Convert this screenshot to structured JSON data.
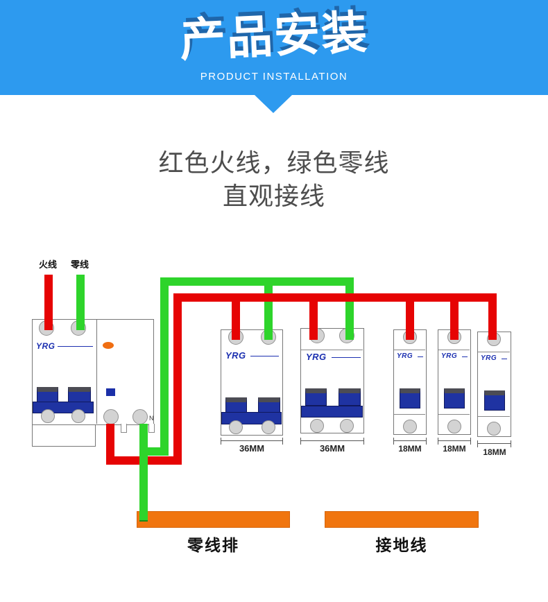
{
  "banner": {
    "title": "产品安装",
    "subtitle": "PRODUCT INSTALLATION"
  },
  "intro": {
    "line1": "红色火线，绿色零线",
    "line2": "直观接线"
  },
  "wires": {
    "live_label": "火线",
    "neutral_label": "零线",
    "live_color": "#e60404",
    "neutral_color": "#2ed42b"
  },
  "main_breaker": {
    "brand": "YRG",
    "n_terminal": "N"
  },
  "breakers": [
    {
      "brand": "YRG",
      "size": "36MM"
    },
    {
      "brand": "YRG",
      "size": "36MM"
    },
    {
      "brand": "YRG",
      "size": "18MM"
    },
    {
      "brand": "YRG",
      "size": "18MM"
    },
    {
      "brand": "YRG",
      "size": "18MM"
    }
  ],
  "bus_bars": {
    "neutral": "零线排",
    "ground": "接地线",
    "color": "#f0750f"
  },
  "colors": {
    "banner_blue": "#2d9aef",
    "banner_shadow": "#1f66aa",
    "brand_blue": "#1b2fb0",
    "toggle_blue": "#1f33a2"
  }
}
